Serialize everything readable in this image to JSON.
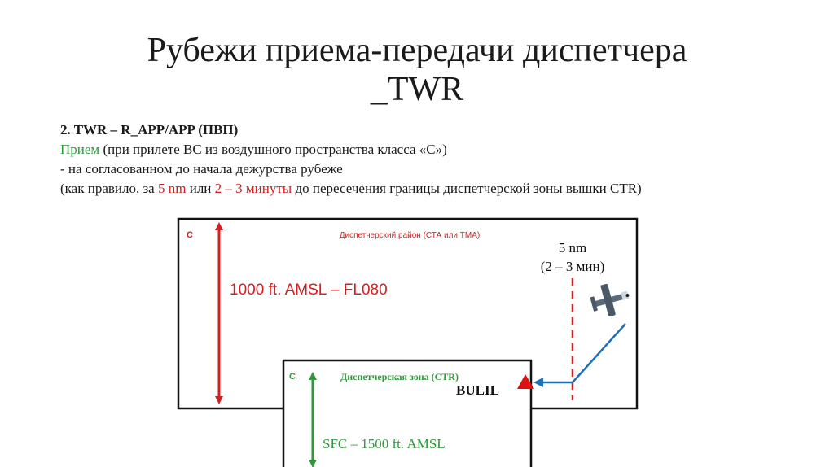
{
  "title": {
    "line1": "Рубежи приема-передачи диспетчера",
    "line2": "_TWR"
  },
  "text": {
    "heading": "2. TWR – R_APP/APP (ПВП)",
    "line2_green": "Прием",
    "line2_rest": " (при прилете ВС из воздушного пространства класса «С»)",
    "line3": "-  на согласованном до начала дежурства рубеже",
    "line4_a": "(как правило, за ",
    "line4_red1": "5 nm",
    "line4_b": " или ",
    "line4_red2": "2 – 3 минуты",
    "line4_c": " до пересечения границы диспетчерской зоны вышки CTR)"
  },
  "diagram": {
    "outer_class": "C",
    "outer_label": "Диспетчерский район (СТА или ТМА)",
    "outer_altitude": "1000 ft. AMSL – FL080",
    "inner_class": "C",
    "inner_label": "Диспетчерская зона (CTR)",
    "inner_altitude": "SFC – 1500 ft. AMSL",
    "point_name": "BULIL",
    "distance": "5 nm",
    "time": "(2 – 3 мин)"
  },
  "colors": {
    "red": "#d21f1f",
    "green": "#2e9a3a",
    "blue": "#1f6fb5",
    "box": "#111111"
  }
}
